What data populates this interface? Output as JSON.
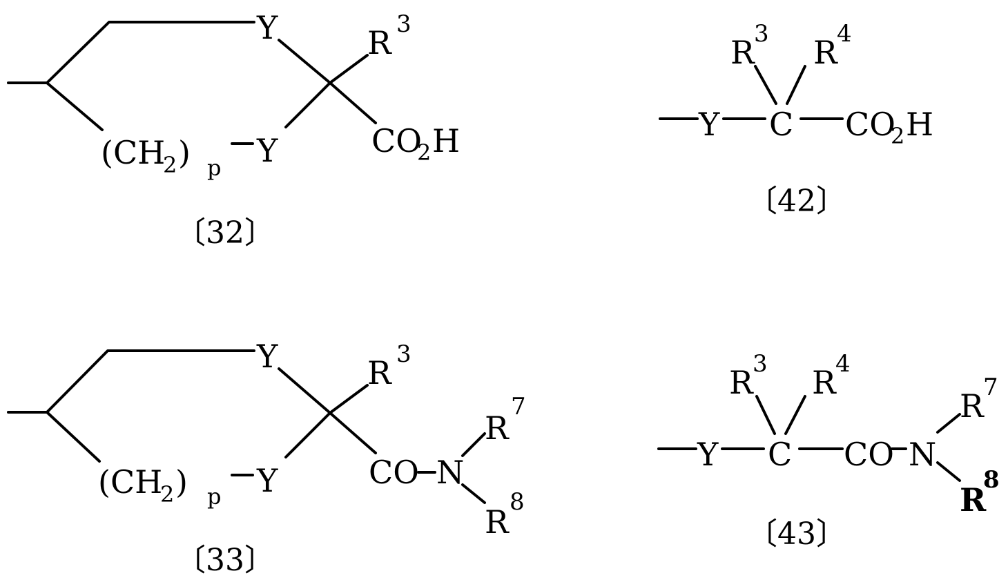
{
  "labels": {
    "y": "Y",
    "c": "C",
    "n": "N",
    "r": "R",
    "sup3": "3",
    "sup4": "4",
    "sup7": "7",
    "sup8": "8",
    "co2h_co": "CO",
    "co2h_sub": "2",
    "co2h_h": "H",
    "co": "CO",
    "dash": "-",
    "ch2_open": "(CH",
    "ch2_sub": "2",
    "ch2_close": ")",
    "p": "p"
  },
  "compounds": {
    "c32": {
      "number": "〔32〕"
    },
    "c42": {
      "number": "〔42〕"
    },
    "c33": {
      "number": "〔33〕"
    },
    "c43": {
      "number": "〔43〕"
    }
  }
}
